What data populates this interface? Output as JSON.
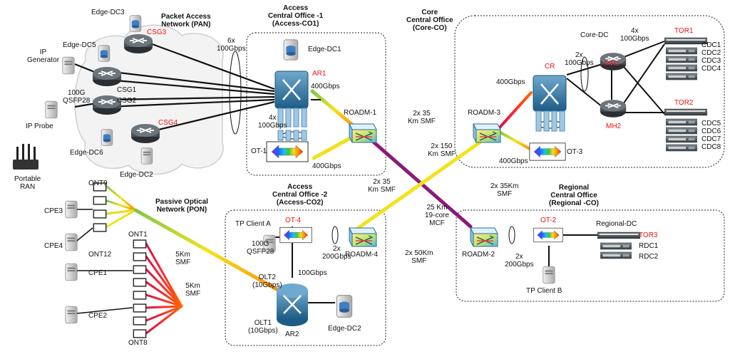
{
  "colors": {
    "red": "#e11111",
    "dark_blue": "#1f4f6b",
    "router_blue": "#2b6e96",
    "gray": "#888888"
  },
  "regions": {
    "pan": {
      "title_l1": "Packet Access",
      "title_l2": "Network (PAN)"
    },
    "access_co1": {
      "title_l1": "Access",
      "title_l2": "Central Office -1",
      "title_l3": "(Access-CO1)"
    },
    "core_co": {
      "title_l1": "Core",
      "title_l2": "Central Office",
      "title_l3": "(Core-CO)"
    },
    "access_co2": {
      "title_l1": "Access",
      "title_l2": "Central Office -2",
      "title_l3": "(Access-CO2)"
    },
    "regional_co": {
      "title_l1": "Regional",
      "title_l2": "Central Office",
      "title_l3": "(Regional -CO)"
    },
    "pon": {
      "title_l1": "Passive Optical",
      "title_l2": "Network (PON)"
    }
  },
  "nodes": {
    "edge_dc3": "Edge-DC3",
    "csg3": "CSG3",
    "edge_dc5": "Edge-DC5",
    "ip_generator_l1": "IP",
    "ip_generator_l2": "Generator",
    "csg1": "CSG1",
    "csg2": "CSG2",
    "qsfp_l1": "100G",
    "qsfp_l2": "QSFP28",
    "ip_probe": "IP Probe",
    "csg4": "CSG4",
    "edge_dc6": "Edge-DC6",
    "edge_dc2_pan": "Edge-DC2",
    "portable_ran_l1": "Portable",
    "portable_ran_l2": "RAN",
    "edge_dc1": "Edge-DC1",
    "ar1": "AR1",
    "roadm1": "ROADM-1",
    "ot1": "OT-1",
    "roadm3": "ROADM-3",
    "cr": "CR",
    "ot3": "OT-3",
    "core_dc": "Core-DC",
    "mh1": "MH1",
    "mh2": "MH2",
    "tor1": "TOR1",
    "tor2": "TOR2",
    "cdc": [
      "CDC1",
      "CDC2",
      "CDC3",
      "CDC4",
      "CDC5",
      "CDC6",
      "CDC7",
      "CDC8"
    ],
    "tp_client_a": "TP Client A",
    "ot4": "OT-4",
    "qsfp_a_l1": "100G",
    "qsfp_a_l2": "QSFP28",
    "roadm4": "ROADM-4",
    "olt2_l1": "OLT2",
    "olt2_l2": "(10Gbps)",
    "olt1_l1": "OLT1",
    "olt1_l2": "(10Gbps)",
    "ar2": "AR2",
    "edge_dc2_co2": "Edge-DC2",
    "roadm2": "ROADM-2",
    "ot2": "OT-2",
    "regional_dc": "Regional-DC",
    "tor3": "TOR3",
    "rdc1": "RDC1",
    "rdc2": "RDC2",
    "tp_client_b": "TP Client B",
    "ont9": "ONT9",
    "cpe3": "CPE3",
    "cpe4": "CPE4",
    "ont12": "ONT12",
    "ont1": "ONT1",
    "cpe1": "CPE1",
    "cpe2": "CPE2",
    "ont8": "ONT8"
  },
  "links": {
    "pan_6x_l1": "6x",
    "pan_6x_l2": "100Gbps",
    "ar1_400": "400Gbps",
    "ar1_4x_l1": "4x",
    "ar1_4x_l2": "100Gbps",
    "ot1_400": "400Gbps",
    "r1_r3_l1": "2x 35",
    "r1_r3_l2": "Km SMF",
    "r3_r4_l1": "2x 150",
    "r3_r4_l2": "Km SMF",
    "r1_r4_l1": "2x 35",
    "r1_r4_l2": "Km SMF",
    "mcf_l1": "25 Km",
    "mcf_l2": "19-core",
    "mcf_l3": "MCF",
    "r3_r2_l1": "2x 35Km",
    "r3_r2_l2": "SMF",
    "cr_400": "400Gbps",
    "ot3_400": "400Gbps",
    "cr_mh_l1": "2x",
    "cr_mh_l2": "100Gbps",
    "mh_tor_l1": "4x",
    "mh_tor_l2": "100Gbps",
    "r4_r2_l1": "2x 50Km",
    "r4_r2_l2": "SMF",
    "ot4_r4_l1": "2x",
    "ot4_r4_l2": "200Gbps",
    "r2_ot2_l1": "2x",
    "r2_ot2_l2": "200Gbps",
    "ar2_100": "100Gbps",
    "pon_5km_a_l1": "5Km",
    "pon_5km_a_l2": "SMF",
    "pon_5km_b_l1": "5Km",
    "pon_5km_b_l2": "SMF"
  }
}
